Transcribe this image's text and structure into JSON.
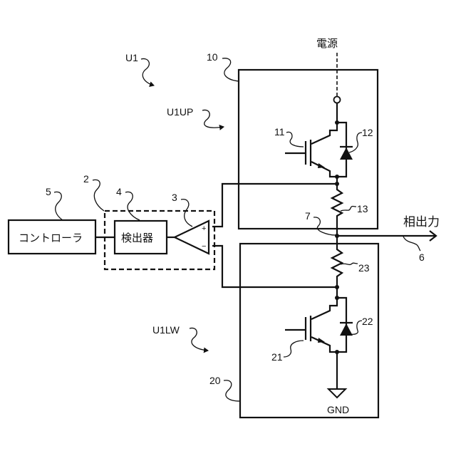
{
  "diagram": {
    "title_ref": "U1",
    "upper_arm_label": "U1UP",
    "lower_arm_label": "U1LW",
    "power_supply_label": "電源",
    "phase_output_label": "相出力",
    "ground_label": "GND",
    "blocks": {
      "controller": {
        "label": "コントローラ",
        "ref": "5"
      },
      "detector": {
        "label": "検出器",
        "ref": "4"
      },
      "detection_unit": {
        "ref": "2"
      },
      "comparator": {
        "ref": "3",
        "plus": "+",
        "minus": "−"
      },
      "upper_module": {
        "ref": "10"
      },
      "lower_module": {
        "ref": "20"
      }
    },
    "components": {
      "upper_igbt": {
        "ref": "11"
      },
      "upper_diode": {
        "ref": "12"
      },
      "upper_resistor": {
        "ref": "13"
      },
      "lower_igbt": {
        "ref": "21"
      },
      "lower_diode": {
        "ref": "22"
      },
      "lower_resistor": {
        "ref": "23"
      },
      "output_node": {
        "ref": "7"
      },
      "output_line": {
        "ref": "6"
      }
    }
  }
}
